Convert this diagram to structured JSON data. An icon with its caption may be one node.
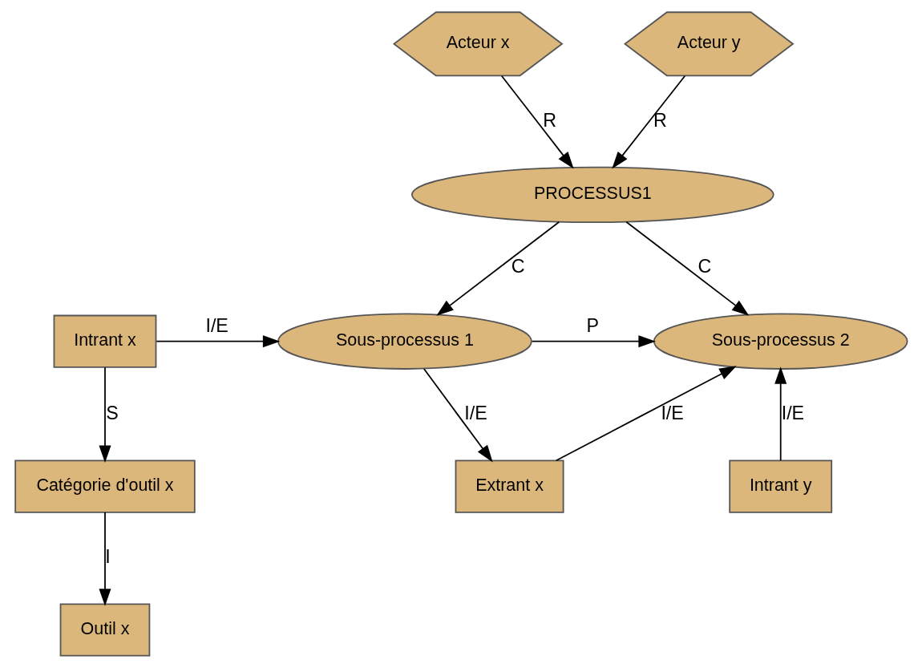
{
  "diagram": {
    "nodes": [
      {
        "text": [
          "Acteur x"
        ]
      },
      {
        "text": [
          "Acteur y"
        ]
      },
      {
        "text": [
          "PROCESSUS1"
        ]
      },
      {
        "text": [
          "Intrant x"
        ]
      },
      {
        "text": [
          "Sous-processus 1"
        ]
      },
      {
        "text": [
          "Sous-processus 2"
        ]
      },
      {
        "text": [
          "Catégorie d'outil x"
        ]
      },
      {
        "text": [
          "Extrant x"
        ]
      },
      {
        "text": [
          "Intrant y"
        ]
      },
      {
        "text": [
          "Outil x"
        ]
      }
    ],
    "edges": [
      {
        "from": 0,
        "to": 2,
        "arrow": "to",
        "label": "R"
      },
      {
        "from": 1,
        "to": 2,
        "arrow": "to",
        "label": "R"
      },
      {
        "from": 2,
        "to": 4,
        "arrow": "to",
        "label": "C"
      },
      {
        "from": 2,
        "to": 5,
        "arrow": "to",
        "label": "C"
      },
      {
        "from": 3,
        "to": 4,
        "arrow": "to",
        "label": "I/E"
      },
      {
        "from": 4,
        "to": 5,
        "arrow": "to",
        "label": "P"
      },
      {
        "from": 3,
        "to": 6,
        "arrow": "to",
        "label": "S"
      },
      {
        "from": 4,
        "to": 7,
        "arrow": "to",
        "label": "I/E"
      },
      {
        "from": 7,
        "to": 5,
        "arrow": "to",
        "label": "I/E"
      },
      {
        "from": 8,
        "to": 5,
        "arrow": "to",
        "label": "I/E"
      },
      {
        "from": 6,
        "to": 9,
        "arrow": "to",
        "label": "I"
      }
    ]
  }
}
